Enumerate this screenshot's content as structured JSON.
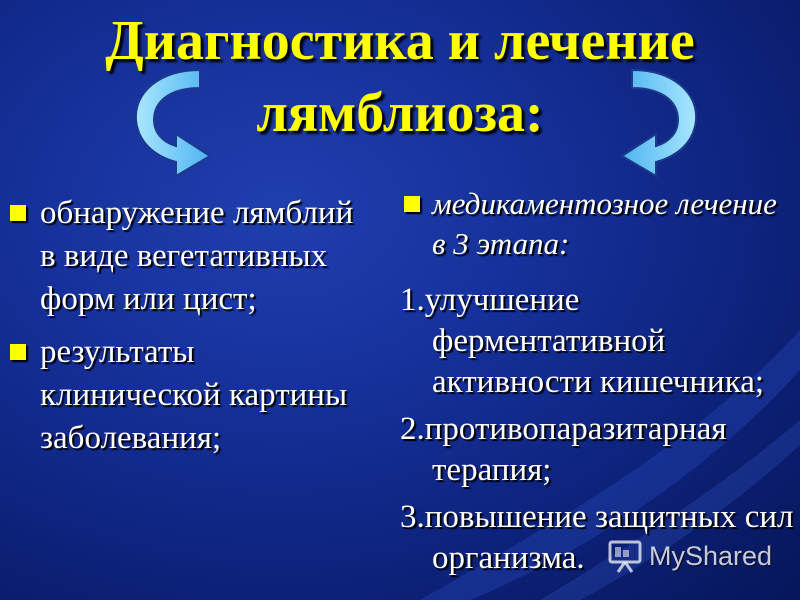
{
  "slide": {
    "title_line1": "Диагностика  и лечение",
    "title_line2": "лямблиоза:",
    "left_bullets": [
      "обнаружение лямблий в виде вегетативных форм или цист;",
      "результаты клинической картины заболевания;"
    ],
    "right_header": "медикаментозное лечение в 3 этапа:",
    "steps": [
      "1.улучшение ферментативной активности кишечника;",
      "2.противопаразитарная терапия;",
      "3.повышение защитных сил организма."
    ]
  },
  "watermark": {
    "label": "MyShared",
    "icon": "presentation-board-icon"
  },
  "colors": {
    "background": "#16309a",
    "title": "#ffff00",
    "text": "#ffffff",
    "bullet": "#ffff00",
    "arrow": "#7fd4ff"
  }
}
